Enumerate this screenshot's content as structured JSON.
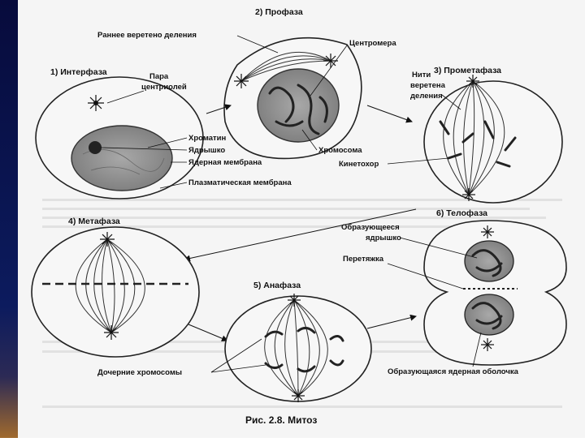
{
  "caption": "Рис. 2.8. Митоз",
  "stages": {
    "interphase": "1) Интерфаза",
    "prophase": "2) Профаза",
    "prometaphase": "3) Прометафаза",
    "metaphase": "4) Метафаза",
    "anaphase": "5) Анафаза",
    "telophase": "6) Телофаза"
  },
  "labels": {
    "early_spindle": "Раннее веретено деления",
    "centromere": "Центромера",
    "centriole_pair_1": "Пара",
    "centriole_pair_2": "центриолей",
    "spindle_fibers_1": "Нити",
    "spindle_fibers_2": "веретена",
    "spindle_fibers_3": "деления",
    "chromatin": "Хроматин",
    "nucleolus": "Ядрышко",
    "nuclear_membrane": "Ядерная мембрана",
    "plasma_membrane": "Плазматическая мембрана",
    "chromosome": "Хромосома",
    "kinetochore": "Кинетохор",
    "forming_nucleolus_1": "Образующееся",
    "forming_nucleolus_2": "ядрышко",
    "constriction": "Перетяжка",
    "daughter_chromosomes": "Дочерние хромосомы",
    "forming_nuclear_envelope": "Образующаяся ядерная оболочка"
  },
  "colors": {
    "sidebar_top": "#070b3c",
    "sidebar_bottom": "#a06a2e",
    "background": "#f5f5f5",
    "nucleus_fill": "#9a9a9a",
    "line": "#222222"
  }
}
